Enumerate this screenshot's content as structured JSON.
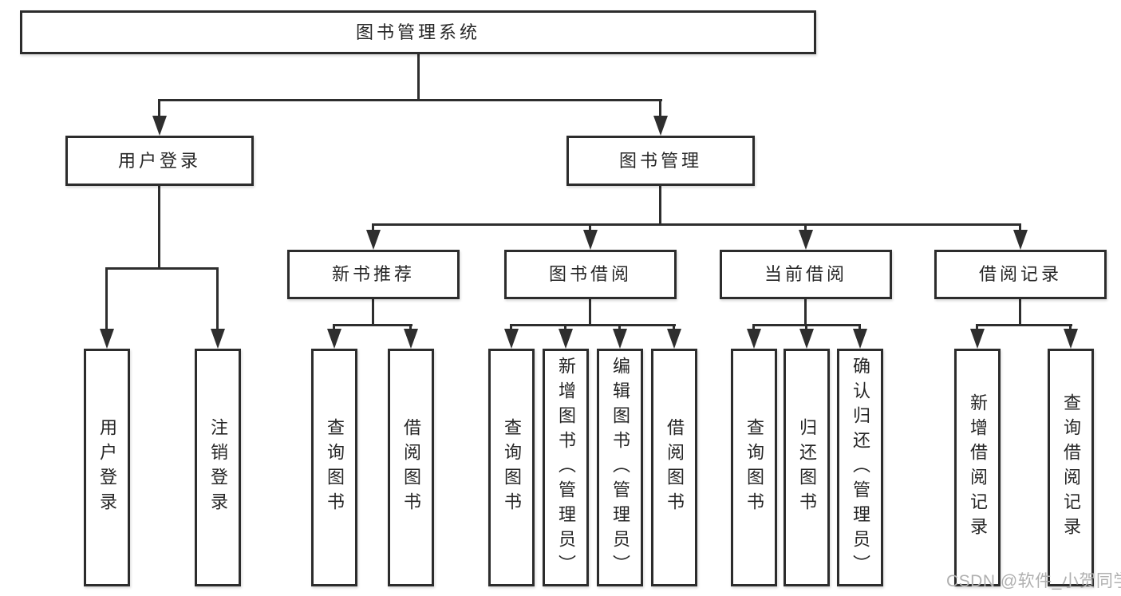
{
  "title": "图书管理系统",
  "watermark": "CSDN @软件_小贺同学",
  "colors": {
    "line": "#2e2e2e",
    "border": "#2c2c2c",
    "text": "#262626",
    "watermark": "#b0b0b0",
    "background": "#ffffff"
  },
  "tree": {
    "root": {
      "label": "图书管理系统",
      "children": [
        {
          "label": "用户登录",
          "children": [
            {
              "label": "用户登录"
            },
            {
              "label": "注销登录"
            }
          ]
        },
        {
          "label": "图书管理",
          "children": [
            {
              "label": "新书推荐",
              "children": [
                {
                  "label": "查询图书"
                },
                {
                  "label": "借阅图书"
                }
              ]
            },
            {
              "label": "图书借阅",
              "children": [
                {
                  "label": "查询图书"
                },
                {
                  "label": "新增图书（管理员）"
                },
                {
                  "label": "编辑图书（管理员）"
                },
                {
                  "label": "借阅图书"
                }
              ]
            },
            {
              "label": "当前借阅",
              "children": [
                {
                  "label": "查询图书"
                },
                {
                  "label": "归还图书"
                },
                {
                  "label": "确认归还（管理员）"
                }
              ]
            },
            {
              "label": "借阅记录",
              "children": [
                {
                  "label": "新增借阅记录"
                },
                {
                  "label": "查询借阅记录"
                }
              ]
            }
          ]
        }
      ]
    }
  }
}
